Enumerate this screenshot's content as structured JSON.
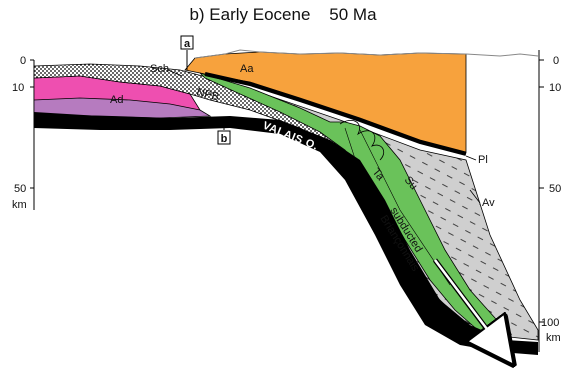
{
  "title": "b) Early Eocene    50 Ma",
  "depth_axis": {
    "left": [
      {
        "value": "0"
      },
      {
        "value": "10"
      },
      {
        "value": "50"
      },
      {
        "value": "km"
      }
    ],
    "right": [
      {
        "value": "0"
      },
      {
        "value": "10"
      },
      {
        "value": "50"
      },
      {
        "value": "100"
      },
      {
        "value": "km"
      }
    ]
  },
  "section_markers": [
    "a",
    "b"
  ],
  "units": {
    "Aa": "Aa",
    "Ad": "Ad",
    "Sch": "Sch",
    "NPB": "NPB",
    "Valais": "VALAIS O.",
    "Ta": "Ta",
    "Su": "Su",
    "subducted": "subducted",
    "brianconnais": "Briançonnais",
    "Pl": "Pl",
    "Av": "Av"
  },
  "colors": {
    "orange": "#f7a23d",
    "pink": "#ee4fb0",
    "purple": "#b67bbf",
    "green": "#6ac25a",
    "gray": "#cfcfcf",
    "black": "#000000"
  }
}
